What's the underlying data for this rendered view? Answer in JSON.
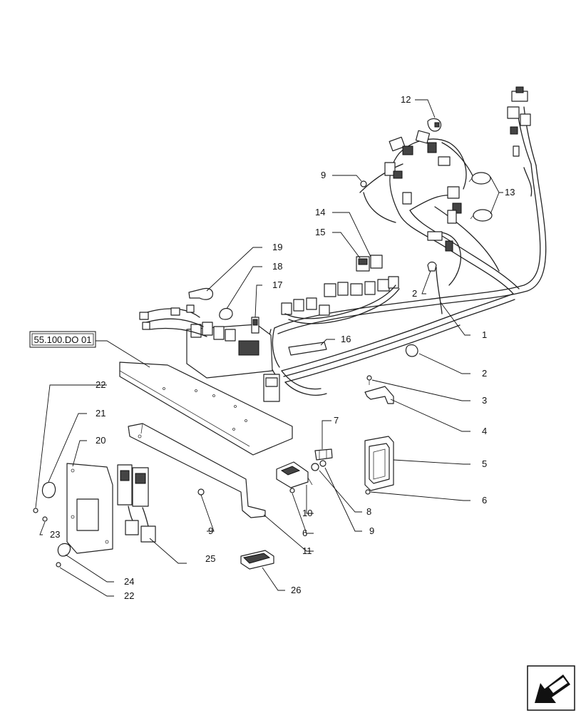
{
  "reference_box": {
    "label": "55.100.DO 01"
  },
  "callouts": [
    {
      "id": "c12",
      "text": "12"
    },
    {
      "id": "c9a",
      "text": "9"
    },
    {
      "id": "c13",
      "text": "13"
    },
    {
      "id": "c14",
      "text": "14"
    },
    {
      "id": "c15",
      "text": "15"
    },
    {
      "id": "c19",
      "text": "19"
    },
    {
      "id": "c18",
      "text": "18"
    },
    {
      "id": "c17",
      "text": "17"
    },
    {
      "id": "c2a",
      "text": "2"
    },
    {
      "id": "c16",
      "text": "16"
    },
    {
      "id": "c1",
      "text": "1"
    },
    {
      "id": "c2b",
      "text": "2"
    },
    {
      "id": "c3",
      "text": "3"
    },
    {
      "id": "c4",
      "text": "4"
    },
    {
      "id": "c22a",
      "text": "22"
    },
    {
      "id": "c21",
      "text": "21"
    },
    {
      "id": "c20",
      "text": "20"
    },
    {
      "id": "c7",
      "text": "7"
    },
    {
      "id": "c5",
      "text": "5"
    },
    {
      "id": "c6a",
      "text": "6"
    },
    {
      "id": "c8",
      "text": "8"
    },
    {
      "id": "c10",
      "text": "10"
    },
    {
      "id": "c9b",
      "text": "9"
    },
    {
      "id": "c6b",
      "text": "6"
    },
    {
      "id": "c9c",
      "text": "9"
    },
    {
      "id": "c23",
      "text": "23"
    },
    {
      "id": "c11",
      "text": "11"
    },
    {
      "id": "c25",
      "text": "25"
    },
    {
      "id": "c24",
      "text": "24"
    },
    {
      "id": "c22b",
      "text": "22"
    },
    {
      "id": "c26",
      "text": "26"
    }
  ],
  "nav_icon": {
    "name": "arrow-icon"
  }
}
